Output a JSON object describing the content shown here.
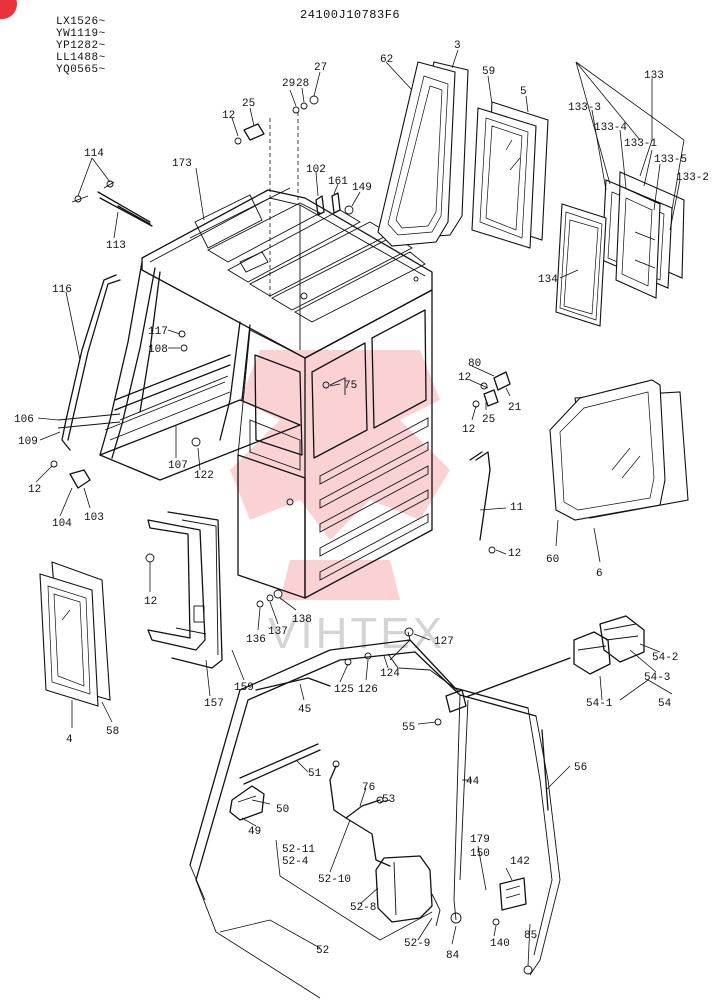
{
  "header": {
    "serial_ranges": [
      "LX1526~",
      "YW1119~",
      "YP1282~",
      "LL1488~",
      "YQ0565~"
    ],
    "drawing_code": "24100J10783F6"
  },
  "watermark": {
    "text": "VIHTEX",
    "color": "#e8323c"
  },
  "badge": {
    "color": "#e8323c"
  },
  "part_labels": [
    "3",
    "62",
    "59",
    "5",
    "133",
    "133-3",
    "133-4",
    "133-1",
    "133-5",
    "133-2",
    "134",
    "27",
    "28",
    "29",
    "25",
    "12",
    "114",
    "113",
    "173",
    "102",
    "161",
    "149",
    "116",
    "117",
    "108",
    "106",
    "109",
    "107",
    "122",
    "75",
    "80",
    "12",
    "21",
    "12",
    "25",
    "12",
    "104",
    "103",
    "60",
    "6",
    "11",
    "12",
    "12",
    "4",
    "58",
    "136",
    "137",
    "138",
    "157",
    "159",
    "127",
    "125",
    "126",
    "124",
    "45",
    "54-2",
    "54-3",
    "54",
    "54-1",
    "55",
    "51",
    "50",
    "49",
    "76",
    "53",
    "44",
    "56",
    "52-11",
    "52-4",
    "52-10",
    "52-8",
    "52",
    "52-9",
    "84",
    "179",
    "150",
    "142",
    "140",
    "85"
  ]
}
